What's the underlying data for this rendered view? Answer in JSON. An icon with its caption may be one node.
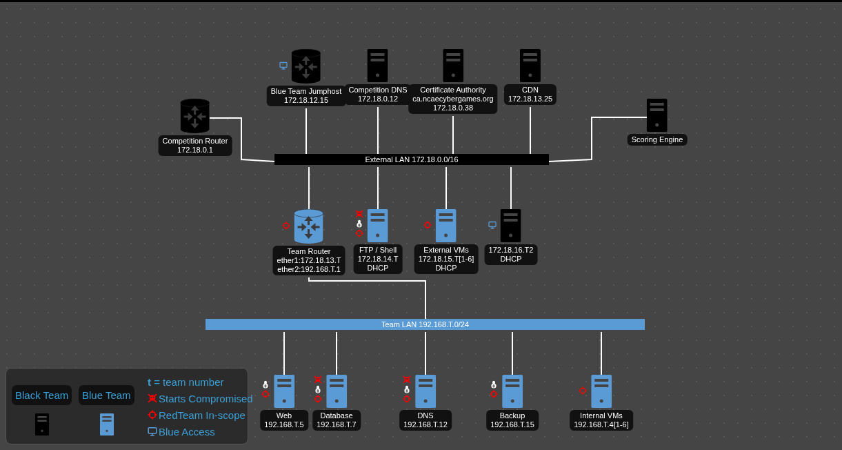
{
  "diagram": {
    "nodes": [
      {
        "text": [
          "Competition Router",
          "172.18.0.1"
        ]
      },
      {
        "text": [
          "Blue Team Jumphost",
          "172.18.12.15"
        ]
      },
      {
        "text": [
          "Competition DNS",
          "172.18.0.12"
        ]
      },
      {
        "text": [
          "Certificate Authority",
          "ca.ncaecybergames.org",
          "172.18.0.38"
        ]
      },
      {
        "text": [
          "CDN",
          "172.18.13.25"
        ]
      },
      {
        "text": [
          "Scoring Engine"
        ]
      },
      {
        "text": [
          "External LAN 172.18.0.0/16"
        ]
      },
      {
        "text": [
          "Team Router",
          "ether1:172.18.13.T",
          "ether2:192.168.T.1"
        ]
      },
      {
        "text": [
          "FTP / Shell",
          "172.18.14.T",
          "DHCP"
        ]
      },
      {
        "text": [
          "External VMs",
          "172.18.15.T[1-6]",
          "DHCP"
        ]
      },
      {
        "text": [
          "172.18.16.T2",
          "DHCP"
        ]
      },
      {
        "text": [
          "Team LAN 192.168.T.0/24"
        ]
      },
      {
        "text": [
          "Web",
          "192.168.T.5"
        ]
      },
      {
        "text": [
          "Database",
          "192.168.T.7"
        ]
      },
      {
        "text": [
          "DNS",
          "192.168.T.12"
        ]
      },
      {
        "text": [
          "Backup",
          "192.168.T.15"
        ]
      },
      {
        "text": [
          "Internal VMs",
          "192.168.T.4[1-6]"
        ]
      }
    ],
    "edges": [
      {
        "from": 0,
        "to": 6,
        "arrow": "none"
      },
      {
        "from": 1,
        "to": 6,
        "arrow": "none"
      },
      {
        "from": 2,
        "to": 6,
        "arrow": "none"
      },
      {
        "from": 3,
        "to": 6,
        "arrow": "none"
      },
      {
        "from": 4,
        "to": 6,
        "arrow": "none"
      },
      {
        "from": 5,
        "to": 6,
        "arrow": "none"
      },
      {
        "from": 6,
        "to": 7,
        "arrow": "none"
      },
      {
        "from": 6,
        "to": 8,
        "arrow": "none"
      },
      {
        "from": 6,
        "to": 9,
        "arrow": "none"
      },
      {
        "from": 6,
        "to": 10,
        "arrow": "none"
      },
      {
        "from": 7,
        "to": 11,
        "arrow": "none"
      },
      {
        "from": 11,
        "to": 12,
        "arrow": "none"
      },
      {
        "from": 11,
        "to": 13,
        "arrow": "none"
      },
      {
        "from": 11,
        "to": 14,
        "arrow": "none"
      },
      {
        "from": 11,
        "to": 15,
        "arrow": "none"
      },
      {
        "from": 11,
        "to": 16,
        "arrow": "none"
      }
    ],
    "legend": [
      {
        "text": "Black Team"
      },
      {
        "text": "Blue Team"
      },
      {
        "text": "**t** = team number"
      },
      {
        "text": "Starts Compromised"
      },
      {
        "text": "RedTeam In-scope"
      },
      {
        "text": "Blue Access"
      }
    ]
  }
}
